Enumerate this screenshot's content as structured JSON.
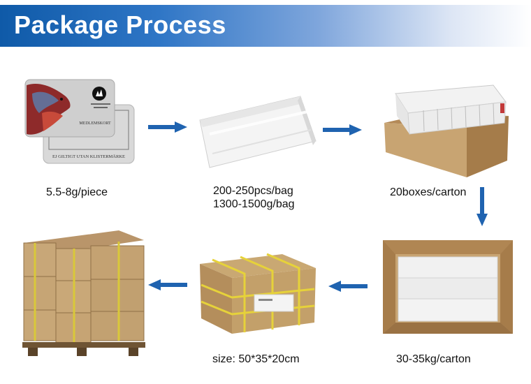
{
  "header": {
    "title": "Package Process"
  },
  "steps": [
    {
      "caption": "5.5-8g/piece",
      "card_front_text": "MEDLEMSKORT",
      "card_back_text": "EJ GILTIGT UTAN KLISTERMÄRKE"
    },
    {
      "caption_line1": "200-250pcs/bag",
      "caption_line2": "1300-1500g/bag"
    },
    {
      "caption": "20boxes/carton"
    },
    {
      "caption": "30-35kg/carton"
    },
    {
      "caption": "size: 50*35*20cm"
    },
    {
      "caption": ""
    }
  ],
  "colors": {
    "banner": "#0f5aa8",
    "arrow": "#1f63b0",
    "cardboard": "#c8a472"
  },
  "icons": [
    "arrow-right-icon",
    "arrow-down-icon",
    "arrow-left-icon"
  ]
}
